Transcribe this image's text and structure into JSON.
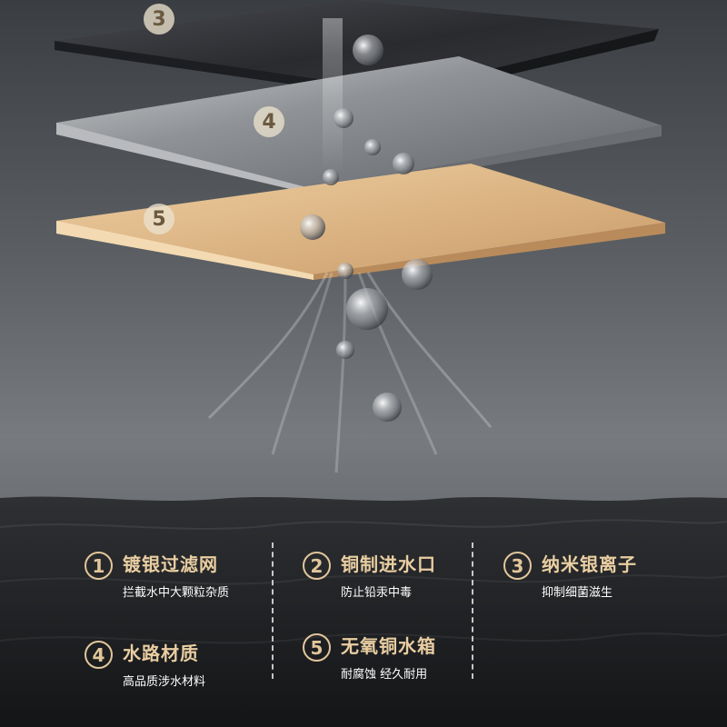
{
  "layers": [
    {
      "number": "3",
      "name": "nano-silver-layer"
    },
    {
      "number": "4",
      "name": "water-path-layer"
    },
    {
      "number": "5",
      "name": "copper-tank-layer"
    }
  ],
  "features": [
    {
      "number": "1",
      "title": "镀银过滤网",
      "desc": "拦截水中大颗粒杂质"
    },
    {
      "number": "2",
      "title": "铜制进水口",
      "desc": "防止铅汞中毒"
    },
    {
      "number": "3",
      "title": "纳米银离子",
      "desc": "抑制细菌滋生"
    },
    {
      "number": "4",
      "title": "水路材质",
      "desc": "高品质涉水材料"
    },
    {
      "number": "5",
      "title": "无氧铜水箱",
      "desc": "耐腐蚀 经久耐用"
    }
  ],
  "colors": {
    "accent_gold": "#e2c69b",
    "copper_plate": "#e3bf8e",
    "dark_plate": "#2b2c30",
    "silver_plate": "#a9abae"
  }
}
